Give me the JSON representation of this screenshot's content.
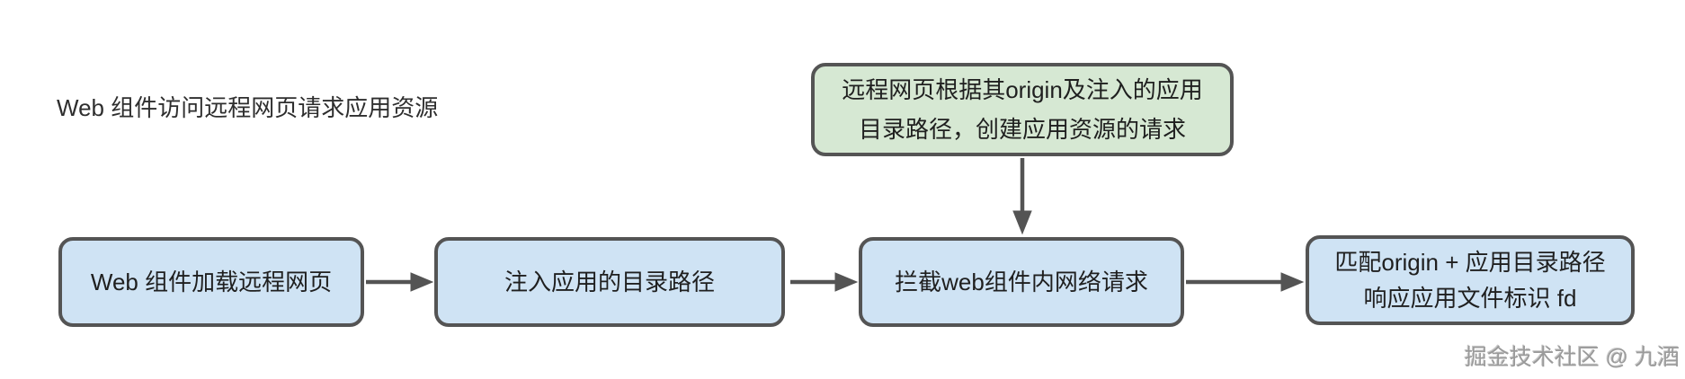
{
  "diagram": {
    "title": "Web 组件访问远程网页请求应用资源",
    "annotation": {
      "label": "远程网页根据其origin及注入的应用\n目录路径，创建应用资源的请求"
    },
    "steps": [
      {
        "id": "load-remote-page",
        "label": "Web 组件加载远程网页"
      },
      {
        "id": "inject-dir-path",
        "label": "注入应用的目录路径"
      },
      {
        "id": "intercept-requests",
        "label": "拦截web组件内网络请求"
      },
      {
        "id": "match-and-respond",
        "label": "匹配origin + 应用目录路径\n响应应用文件标识 fd"
      }
    ],
    "edges": [
      {
        "from": "load-remote-page",
        "to": "inject-dir-path"
      },
      {
        "from": "inject-dir-path",
        "to": "intercept-requests"
      },
      {
        "from": "intercept-requests",
        "to": "match-and-respond"
      },
      {
        "from": "annotation",
        "to": "intercept-requests"
      }
    ],
    "watermark": "掘金技术社区 @ 九酒",
    "colors": {
      "node_fill_blue": "#cfe3f4",
      "node_fill_green": "#d6e8d3",
      "node_border": "#545454",
      "arrow": "#545454",
      "text": "#1f1f1f",
      "watermark": "#9a9a9a",
      "background": "#ffffff"
    }
  }
}
